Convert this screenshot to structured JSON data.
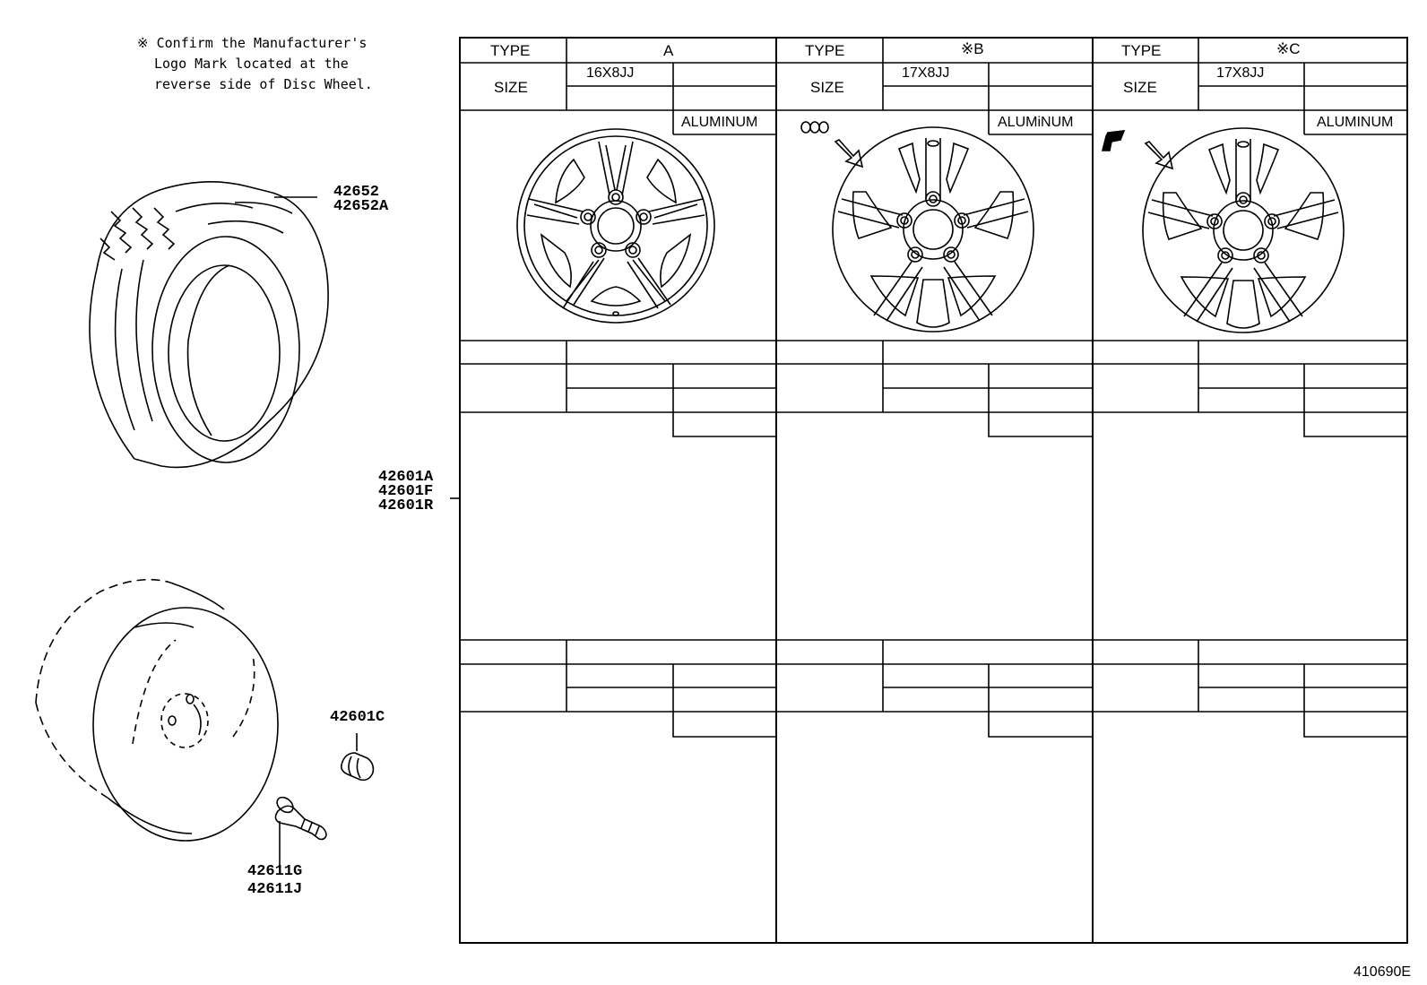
{
  "note": {
    "line1": "※ Confirm the Manufacturer's",
    "line2": "Logo Mark located at the",
    "line3": "reverse side of Disc Wheel."
  },
  "parts": {
    "tire_1": "42652",
    "tire_2": "42652A",
    "wheel_1": "42601A",
    "wheel_2": "42601F",
    "wheel_3": "42601R",
    "nut": "42601C",
    "valve_1": "42611G",
    "valve_2": "42611J"
  },
  "table": {
    "columns": [
      {
        "type_label": "TYPE",
        "type_value": "A",
        "size_label": "SIZE",
        "size_value": "16X8JJ",
        "material": "ALUMINUM"
      },
      {
        "type_label": "TYPE",
        "type_value": "※B",
        "size_label": "SIZE",
        "size_value": "17X8JJ",
        "material": "ALUMiNUM"
      },
      {
        "type_label": "TYPE",
        "type_value": "※C",
        "size_label": "SIZE",
        "size_value": "17X8JJ",
        "material": "ALUMINUM"
      }
    ]
  },
  "figure_id": "410690E"
}
